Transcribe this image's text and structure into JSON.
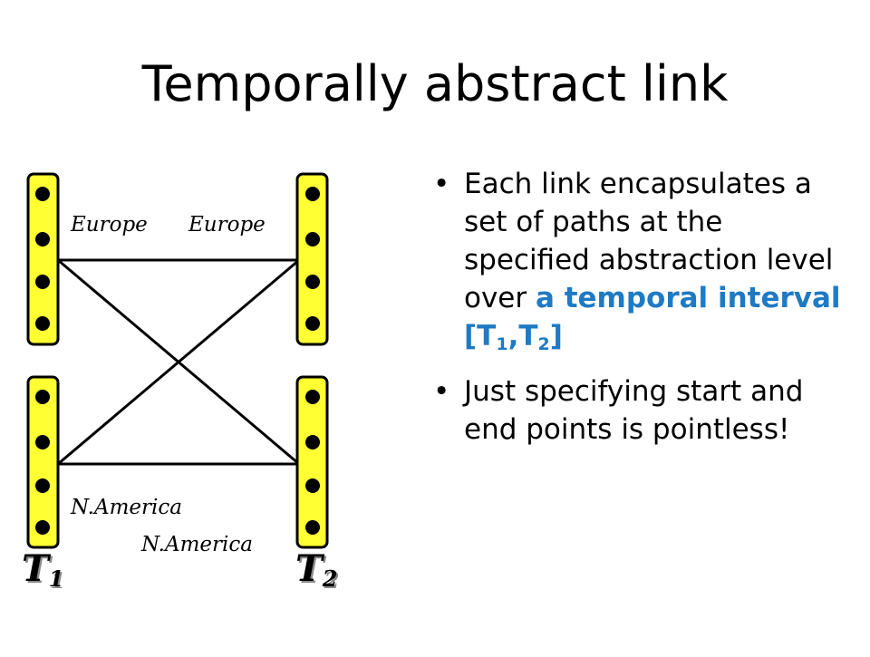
{
  "slide": {
    "title": "Temporally abstract link"
  },
  "diagram": {
    "bar_fill": "#ffff33",
    "bar_stroke": "#000000",
    "labels": {
      "europe_left": "Europe",
      "europe_right": "Europe",
      "namerica_left": "N.America",
      "namerica_right": "N.America"
    },
    "time_labels": {
      "t1_main": "T",
      "t1_sub": "1",
      "t2_main": "T",
      "t2_sub": "2"
    }
  },
  "bullets": {
    "b1_text": "Each link encapsulates a set of paths at the specified abstraction level over ",
    "b1_accent_pre": "a temporal interval [T",
    "b1_accent_sub1": "1",
    "b1_accent_mid": ",T",
    "b1_accent_sub2": "2",
    "b1_accent_post": "]",
    "b2_text": "Just specifying start and end points is pointless!",
    "accent_color": "#1f7ac4",
    "marker": "•"
  }
}
